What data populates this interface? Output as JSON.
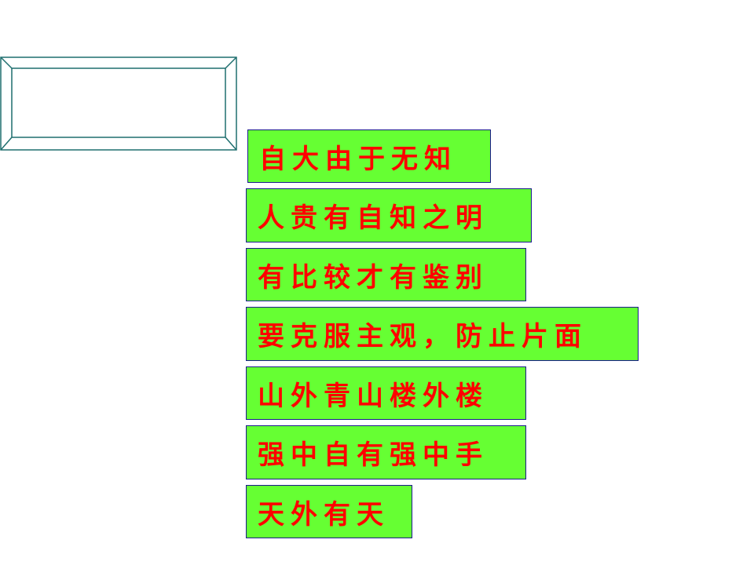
{
  "colors": {
    "box_fill": "#66ff33",
    "box_border": "#1a1a8c",
    "text": "#ff0000",
    "frame_stroke": "#1f6f6f"
  },
  "phrases": [
    "自大由于无知",
    "人贵有自知之明",
    "有比较才有鉴别",
    "要克服主观，防止片面",
    "山外青山楼外楼",
    "强中自有强中手",
    "天外有天"
  ]
}
